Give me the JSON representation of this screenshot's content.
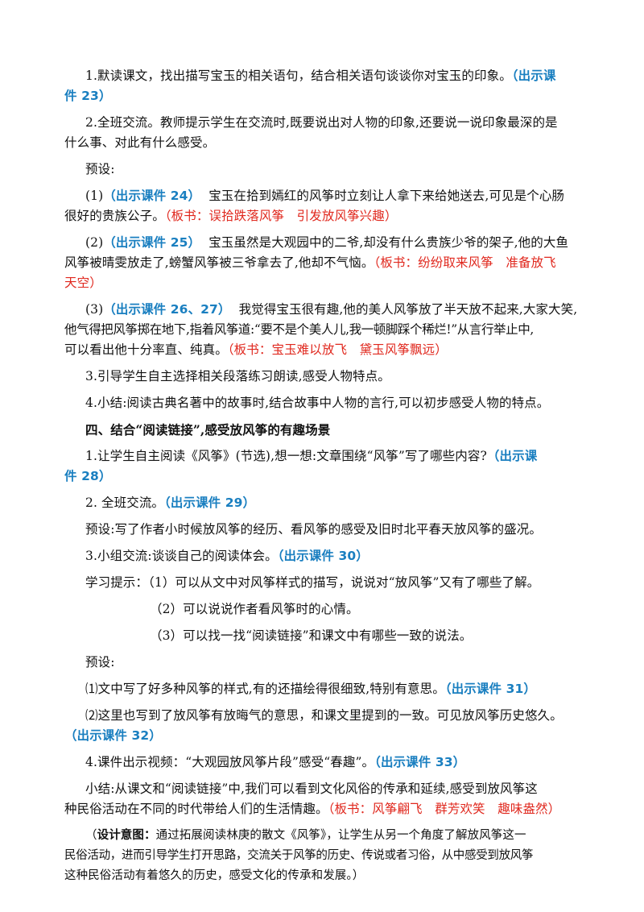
{
  "p1": {
    "a": "1.默读课文，找出描写宝玉的相关语句，结合相关语句谈谈你对宝玉的印象。",
    "hint_a": "（出示课",
    "hint_b": "件 23）"
  },
  "p2": {
    "a": "2.全班交流。教师提示学生在交流时,既要说出对人物的印象,还要说一说印象最深的是",
    "b": "什么事、对此有什么感受。"
  },
  "preset1": "预设:",
  "item1": {
    "num": "(1)",
    "hint": "（出示课件 24）",
    "a": "宝玉在拾到嫣红的风筝时立刻让人拿下来给她送去,可见是个心肠",
    "b": "很好的贵族公子。",
    "board": "（板书：误拾跌落风筝　引发放风筝兴趣）"
  },
  "item2": {
    "num": "(2)",
    "hint": "（出示课件 25）",
    "a": "宝玉虽然是大观园中的二爷,却没有什么贵族少爷的架子,他的大鱼",
    "b": "风筝被晴雯放走了,螃蟹风筝被三爷拿去了,他却不气恼。",
    "board_a": "（板书：纷纷取来风筝　准备放飞",
    "board_b": "天空）"
  },
  "item3": {
    "num": "(3)",
    "hint": "（出示课件 26、27）",
    "a": "我觉得宝玉很有趣,他的美人风筝放了半天放不起来,大家大笑,",
    "b": "他气得把风筝掷在地下,指着风筝道:“要不是个美人儿,我一顿脚踩个稀烂!”从言行举止中,",
    "c": "可以看出他十分率直、纯真。",
    "board": "（板书：宝玉难以放飞　黛玉风筝飘远）"
  },
  "p3": "3.引导学生自主选择相关段落练习朗读,感受人物特点。",
  "p4": "4.小结:阅读古典名著中的故事时,结合故事中人物的言行,可以初步感受人物的特点。",
  "section4": "四、结合“阅读链接”,感受放风筝的有趣场景",
  "q1": {
    "a": "1.让学生自主阅读《风筝》(节选),想一想:文章围绕“风筝”写了哪些内容?",
    "hint_a": "（出示课",
    "hint_b": "件 28）"
  },
  "q2": {
    "a": "2. 全班交流。",
    "hint": "（出示课件 29）"
  },
  "q2_preset": "预设:写了作者小时候放风筝的经历、看风筝的感受及旧时北平春天放风筝的盛况。",
  "q3": {
    "a": "3.小组交流:谈谈自己的阅读体会。",
    "hint": "（出示课件 30）"
  },
  "tips": {
    "label": "学习提示：",
    "t1": "（1）可以从文中对风筝样式的描写，说说对“放风筝”又有了哪些了解。",
    "t2": "（2）可以说说作者看风筝时的心情。",
    "t3": "（3）可以找一找“阅读链接”和课文中有哪些一致的说法。"
  },
  "preset2": "预设:",
  "r1": {
    "a": "⑴文中写了好多种风筝的样式,有的还描绘得很细致,特别有意思。",
    "hint": "（出示课件 31）"
  },
  "r2": {
    "a": "⑵这里也写到了放风筝有放晦气的意思，和课文里提到的一致。可见放风筝历史悠久。",
    "hint": "（出示课件 32）"
  },
  "q4": {
    "a": "4.课件出示视频：“大观园放风筝片段”感受“春趣”。",
    "hint": "（出示课件 33）"
  },
  "summary": {
    "a": "小结:从课文和“阅读链接”中,我们可以看到文化风俗的传承和延续,感受到放风筝这",
    "b": "种民俗活动在不同的时代带给人们的生活情趣。",
    "board": "（板书：风筝翩飞　群芳欢笑　趣味盎然）"
  },
  "design": {
    "open": "（",
    "tag": "设计意图：",
    "a": "通过拓展阅读林庚的散文《风筝》，让学生从另一个角度了解放风筝这一",
    "b": "民俗活动，进而引导学生打开思路，交流关于风筝的历史、传说或者习俗，从中感受到放风筝",
    "c": "这种民俗活动有着悠久的历史，感受文化的传承和发展。）"
  }
}
